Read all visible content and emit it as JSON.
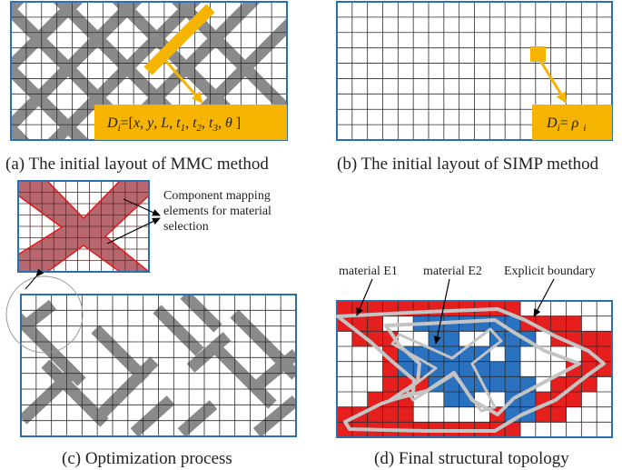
{
  "colors": {
    "frame": "#2a6fb2",
    "grid": "#2b2b2b",
    "component": "#8a8a8a",
    "highlight": "#f6b400",
    "material_red": "#e51e1e",
    "material_blue": "#2a72c0",
    "boundary": "#c4c4c4",
    "mapping_fill": "#b9676f"
  },
  "panel_a": {
    "caption": "(a) The initial layout of MMC method",
    "formula": {
      "lhs": "D",
      "lhs_sub": "i",
      "eq": "=[",
      "x": "x",
      "y": "y",
      "L": "L",
      "t": "t",
      "t1_sub": "1",
      "t2_sub": "2",
      "t3_sub": "3",
      "theta": "θ",
      "close": " ]",
      "sep": ", "
    }
  },
  "panel_b": {
    "caption": "(b) The initial layout of SIMP method",
    "formula": {
      "lhs": "D",
      "lhs_sub": "i",
      "eq": "= ",
      "rho": "ρ",
      "rho_sub": "i"
    }
  },
  "panel_c": {
    "caption": "(c) Optimization process",
    "annotation": [
      "Component mapping",
      "elements for material",
      "selection"
    ]
  },
  "panel_d": {
    "caption": "(d) Final structural topology",
    "labels": {
      "material_e1": "material E1",
      "material_e2": "material E2",
      "boundary": "Explicit boundary"
    }
  }
}
